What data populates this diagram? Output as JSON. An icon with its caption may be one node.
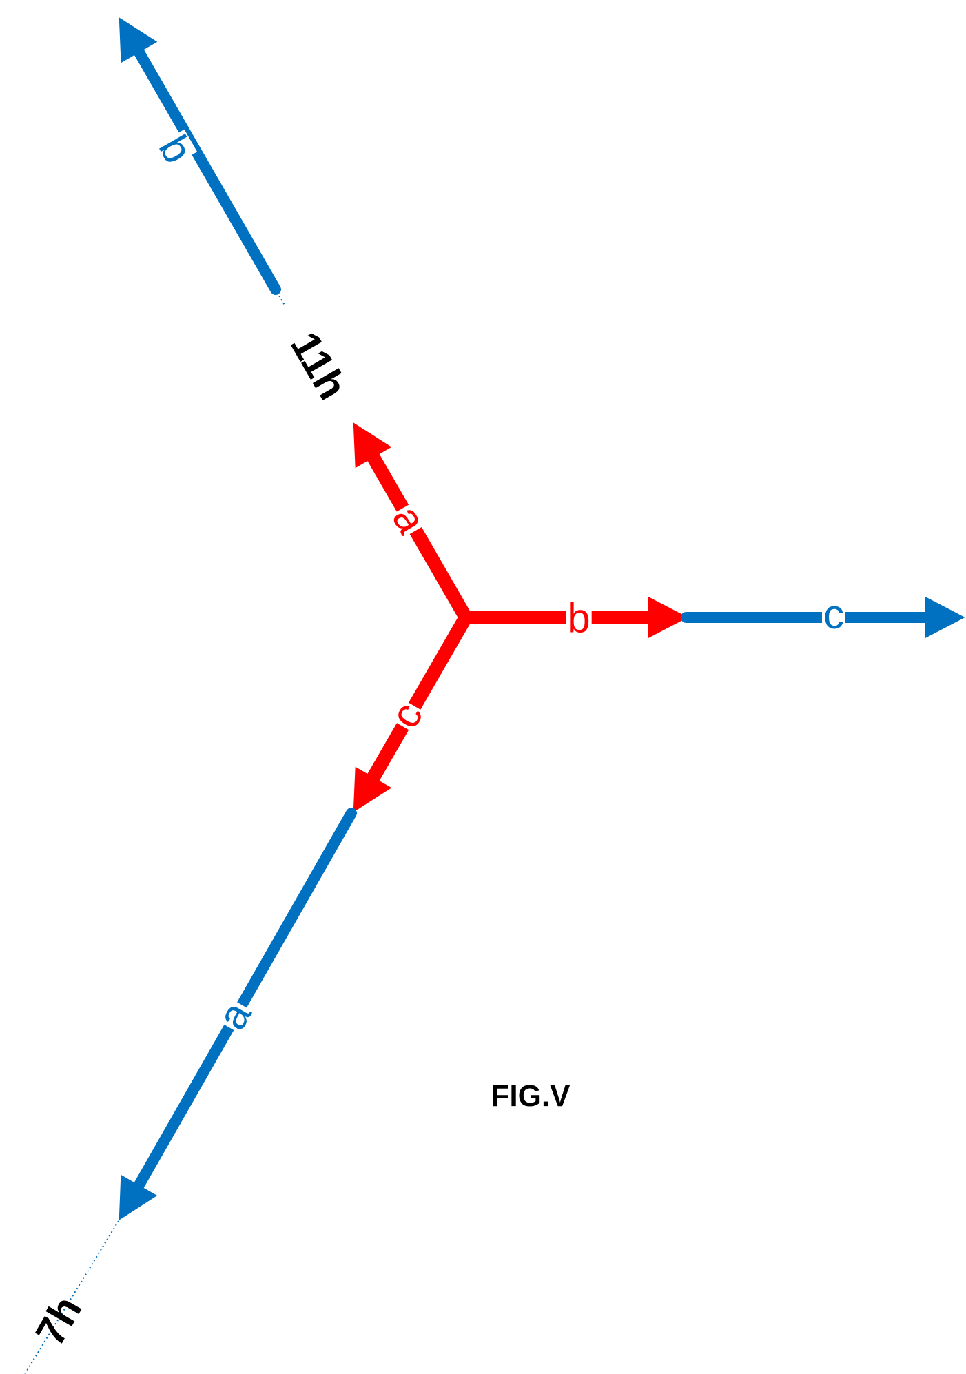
{
  "diagram": {
    "caption": "FIG.V",
    "labels": [
      "b",
      "11h",
      "a",
      "b",
      "c",
      "c",
      "a",
      "7h"
    ]
  }
}
